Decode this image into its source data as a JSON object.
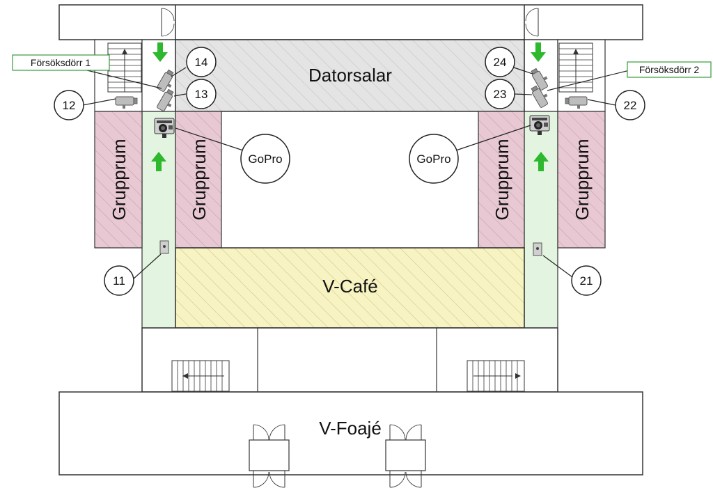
{
  "rooms": {
    "datorsalar": "Datorsalar",
    "grupprum": "Grupprum",
    "vcafe": "V-Café",
    "vfoaje": "V-Foajé"
  },
  "callouts": {
    "door1": "Försöksdörr 1",
    "door2": "Försöksdörr 2"
  },
  "markers": {
    "m11": "11",
    "m12": "12",
    "m13": "13",
    "m14": "14",
    "m21": "21",
    "m22": "22",
    "m23": "23",
    "m24": "24",
    "gopro": "GoPro"
  },
  "colors": {
    "corridor_fill": "#e3f5e0",
    "grupprum_fill": "#e8c9d3",
    "datorsalar_fill": "#e4e4e4",
    "vcafe_fill": "#f7f3c3",
    "arrow_green": "#2db82d",
    "callout_border": "#3a9a3a"
  },
  "icons": [
    "arrow-down-icon",
    "arrow-up-icon",
    "security-camera-icon",
    "gopro-camera-icon",
    "door-sensor-icon",
    "staircase-icon",
    "double-door-icon"
  ]
}
